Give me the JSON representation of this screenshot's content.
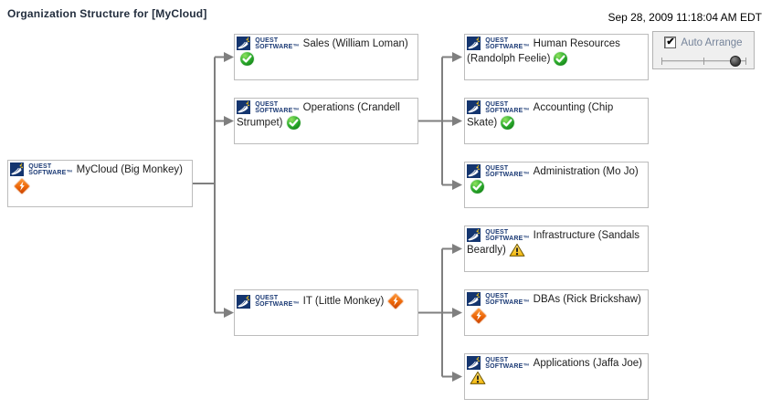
{
  "header": {
    "title": "Organization Structure for [MyCloud]",
    "timestamp": "Sep 28, 2009 11:18:04 AM EDT"
  },
  "auto_arrange": {
    "label": "Auto Arrange",
    "checked": true,
    "checkmark_glyph": "✔",
    "slider_value_pct": 88
  },
  "quest_logo": {
    "line1": "QUEST",
    "line2": "SOFTWARE™"
  },
  "org_tree": {
    "nodes": [
      {
        "id": "mycloud",
        "label": "MyCloud (Big Monkey)",
        "status": "error",
        "parent": null
      },
      {
        "id": "sales",
        "label": "Sales (William Loman)",
        "status": "ok",
        "parent": "mycloud"
      },
      {
        "id": "operations",
        "label": "Operations (Crandell Strumpet)",
        "status": "ok",
        "parent": "mycloud"
      },
      {
        "id": "it",
        "label": "IT (Little Monkey)",
        "status": "error",
        "parent": "mycloud"
      },
      {
        "id": "human_resources",
        "label": "Human Resources (Randolph Feelie)",
        "status": "ok",
        "parent": "operations"
      },
      {
        "id": "accounting",
        "label": "Accounting (Chip Skate)",
        "status": "ok",
        "parent": "operations"
      },
      {
        "id": "administration",
        "label": "Administration (Mo Jo)",
        "status": "ok",
        "parent": "operations"
      },
      {
        "id": "infrastructure",
        "label": "Infrastructure (Sandals Beardly)",
        "status": "warning",
        "parent": "it"
      },
      {
        "id": "dbas",
        "label": "DBAs (Rick Brickshaw)",
        "status": "error",
        "parent": "it"
      },
      {
        "id": "applications",
        "label": "Applications (Jaffa Joe)",
        "status": "warning",
        "parent": "it"
      }
    ],
    "status_icons": {
      "ok": "green-check-circle",
      "warning": "yellow-warning-triangle",
      "error": "orange-lightning-diamond"
    }
  }
}
